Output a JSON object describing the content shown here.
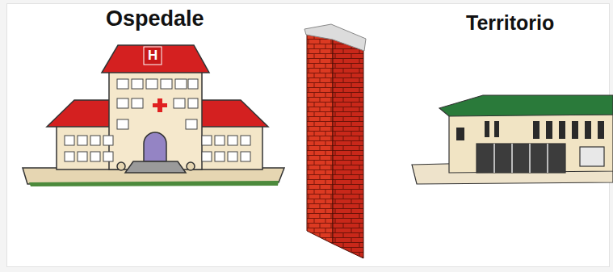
{
  "diagram": {
    "labels": [
      "Ospedale",
      "Territorio",
      "H"
    ]
  }
}
